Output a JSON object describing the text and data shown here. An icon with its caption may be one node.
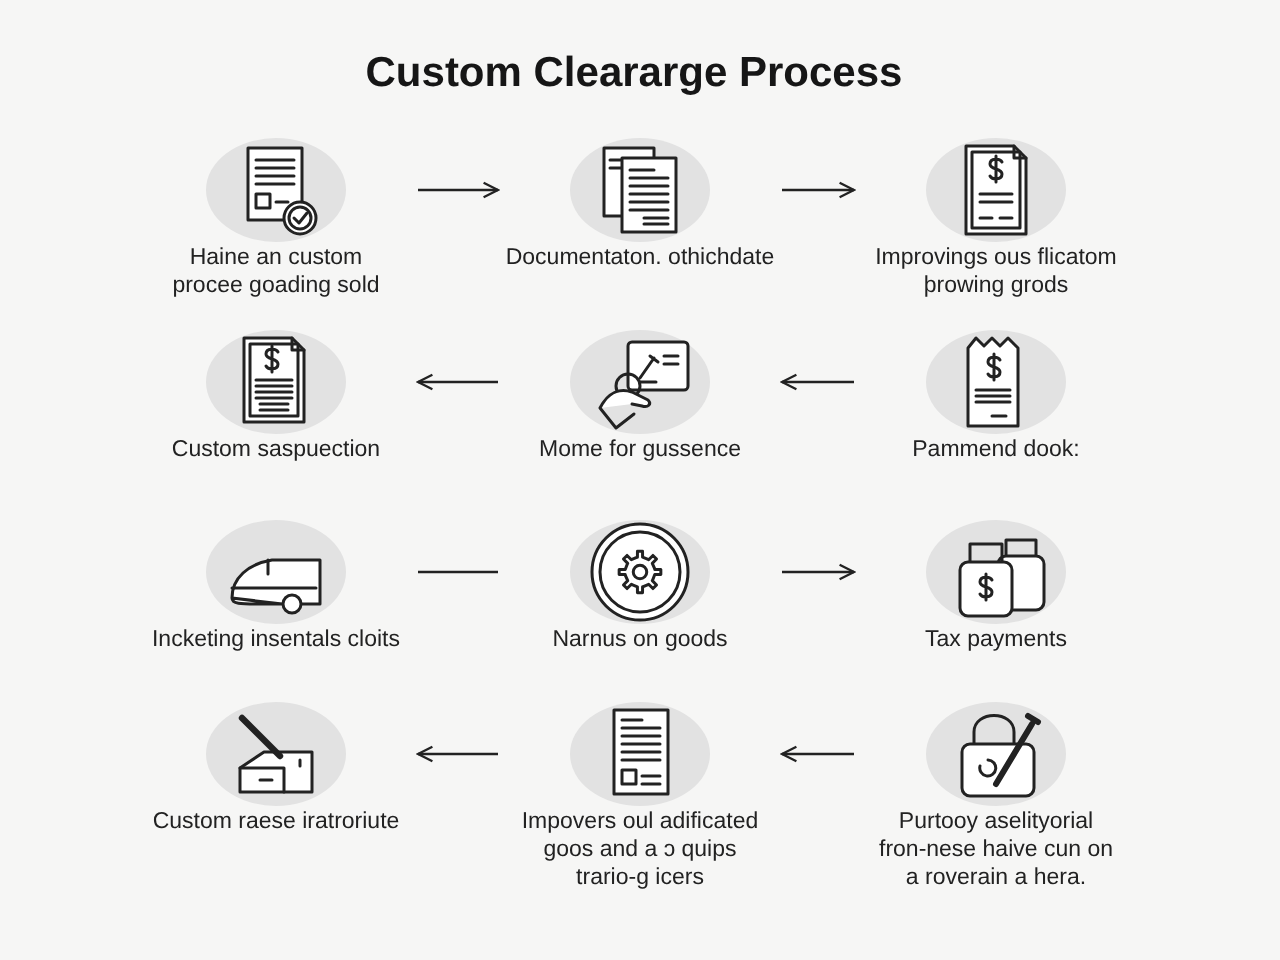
{
  "diagram": {
    "title": "Custom Cleararge Process",
    "nodes": [
      {
        "text": [
          "Haine an custom procee goading sold"
        ]
      },
      {
        "text": [
          "Documentaton. othichdate"
        ]
      },
      {
        "text": [
          "Improvings ous flicatom þrowing grods"
        ]
      },
      {
        "text": [
          "Custom saspuection"
        ]
      },
      {
        "text": [
          "Mome for gussence"
        ]
      },
      {
        "text": [
          "Pammend dook:"
        ]
      },
      {
        "text": [
          "Incketing insentals cloits"
        ]
      },
      {
        "text": [
          "Narnus on goods"
        ]
      },
      {
        "text": [
          "Tax payments"
        ]
      },
      {
        "text": [
          "Custom raese iratroriute"
        ]
      },
      {
        "text": [
          "Impovers oul adificated goos and a ɔ quips trario-g icers"
        ]
      },
      {
        "text": [
          "Purtooy aselityorial fron-nese haive cun on a roverain a hera."
        ]
      }
    ],
    "edges": [
      {
        "from": 0,
        "to": 1,
        "arrow": "to"
      },
      {
        "from": 1,
        "to": 2,
        "arrow": "to"
      },
      {
        "from": 5,
        "to": 4,
        "arrow": "to"
      },
      {
        "from": 4,
        "to": 3,
        "arrow": "to"
      },
      {
        "from": 6,
        "to": 7,
        "arrow": "none"
      },
      {
        "from": 7,
        "to": 8,
        "arrow": "to"
      },
      {
        "from": 10,
        "to": 9,
        "arrow": "to"
      },
      {
        "from": 11,
        "to": 10,
        "arrow": "to"
      }
    ]
  }
}
